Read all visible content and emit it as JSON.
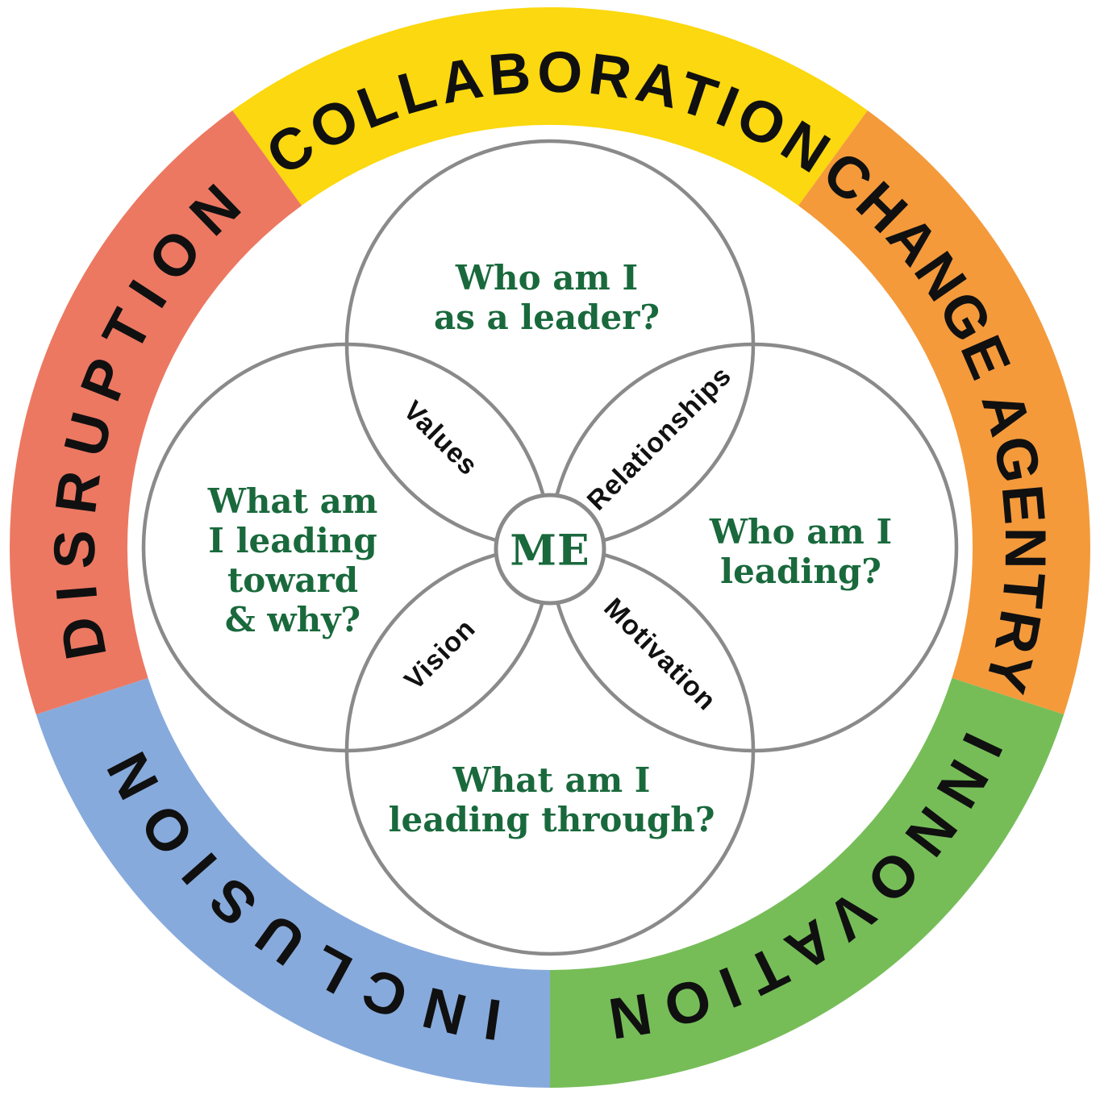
{
  "diagram": {
    "ring_segments": [
      {
        "label": "COLLABORATION",
        "color": "#FBD80F"
      },
      {
        "label": "CHANGE AGENTRY",
        "color": "#F49A3B"
      },
      {
        "label": "INNOVATION",
        "color": "#76BD58"
      },
      {
        "label": "INCLUSION",
        "color": "#87AADC"
      },
      {
        "label": "DISRUPTION",
        "color": "#EC7862"
      }
    ],
    "questions": {
      "top": "Who am I\nas a leader?",
      "right": "Who am I\nleading?",
      "bottom": "What am I\nleading through?",
      "left": "What am\nI leading\ntoward\n& why?"
    },
    "petals": {
      "top_left": "Values",
      "top_right": "Relationships",
      "bottom_left": "Vision",
      "bottom_right": "Motivation"
    },
    "center_label": "ME",
    "colors": {
      "question_text": "#19693C",
      "circle_stroke": "#8A8A8A",
      "ring_label_text": "#101010",
      "petal_text": "#111111",
      "background": "#FFFFFF"
    }
  }
}
